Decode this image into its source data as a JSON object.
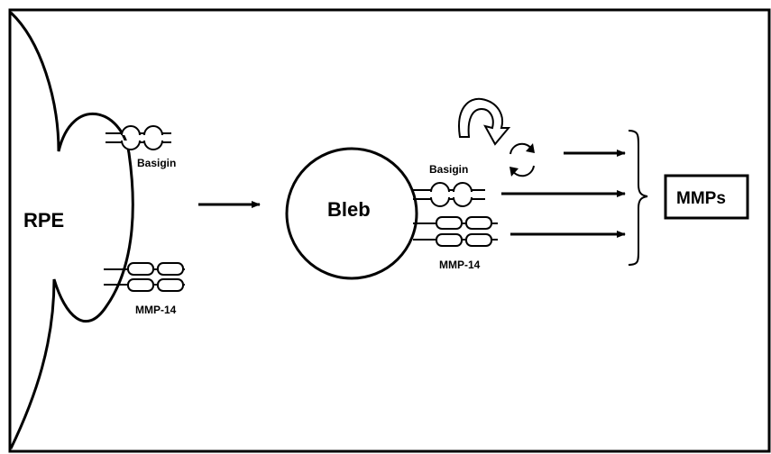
{
  "labels": {
    "rpe": "RPE",
    "bleb": "Bleb",
    "mmps": "MMPs",
    "basigin_cell": "Basigin",
    "mmp14_cell": "MMP-14",
    "basigin_bleb": "Basigin",
    "mmp14_bleb": "MMP-14"
  }
}
